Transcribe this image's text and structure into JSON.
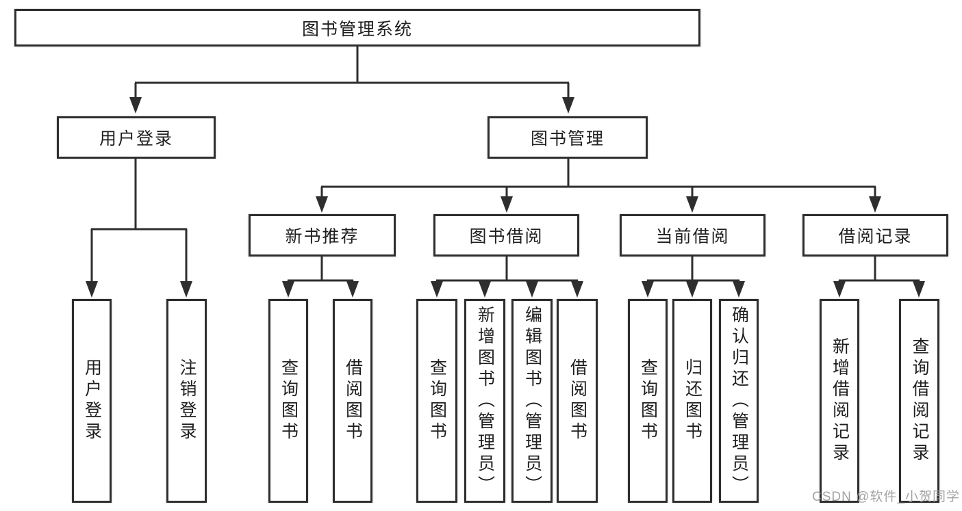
{
  "diagram": {
    "root": {
      "label": "图书管理系统"
    },
    "branches": [
      {
        "label": "用户登录",
        "children": [
          {
            "label": "用户登录"
          },
          {
            "label": "注销登录"
          }
        ]
      },
      {
        "label": "图书管理",
        "children": [
          {
            "label": "新书推荐",
            "children": [
              {
                "label": "查询图书"
              },
              {
                "label": "借阅图书"
              }
            ]
          },
          {
            "label": "图书借阅",
            "children": [
              {
                "label": "查询图书"
              },
              {
                "label": "新增图书（管理员）"
              },
              {
                "label": "编辑图书（管理员）"
              },
              {
                "label": "借阅图书"
              }
            ]
          },
          {
            "label": "当前借阅",
            "children": [
              {
                "label": "查询图书"
              },
              {
                "label": "归还图书"
              },
              {
                "label": "确认归还（管理员）"
              }
            ]
          },
          {
            "label": "借阅记录",
            "children": [
              {
                "label": "新增借阅记录"
              },
              {
                "label": "查询借阅记录"
              }
            ]
          }
        ]
      }
    ],
    "watermark": "CSDN @软件_小贺同学",
    "colors": {
      "line": "#2e2e2e",
      "box_border": "#2e2e2e",
      "box_fill": "#ffffff",
      "text": "#1f1f1f",
      "watermark": "#9b9b9b",
      "background": "#ffffff"
    }
  }
}
